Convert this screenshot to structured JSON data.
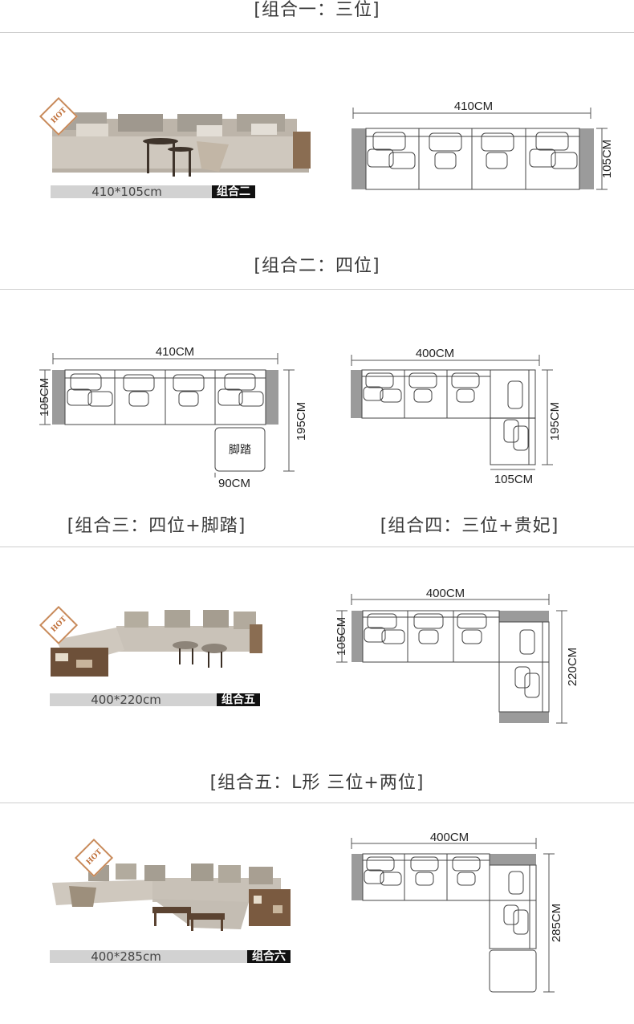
{
  "captions": {
    "c1": "[组合一：三位]",
    "c2": "[组合二：四位]",
    "c3": "[组合三：四位+脚踏]",
    "c4": "[组合四：三位+贵妃]",
    "c5": "[组合五：L形 三位+两位]"
  },
  "hot_badge": "HOT",
  "products": [
    {
      "size": "410*105cm",
      "tag": "组合二"
    },
    {
      "size": "400*220cm",
      "tag": "组合五"
    },
    {
      "size": "400*285cm",
      "tag": "组合六"
    }
  ],
  "diagrams": {
    "d_top": {
      "width": "410CM",
      "depth": "105CM"
    },
    "d_c3": {
      "width": "410CM",
      "depth": "105CM",
      "height": "195CM",
      "ottoman": "脚踏",
      "ottoman_w": "90CM"
    },
    "d_c4": {
      "width": "400CM",
      "height": "195CM",
      "chaise_w": "105CM"
    },
    "d_c5": {
      "width": "400CM",
      "depth": "105CM",
      "height": "220CM"
    },
    "d_c6": {
      "width": "400CM",
      "height": "285CM"
    }
  }
}
